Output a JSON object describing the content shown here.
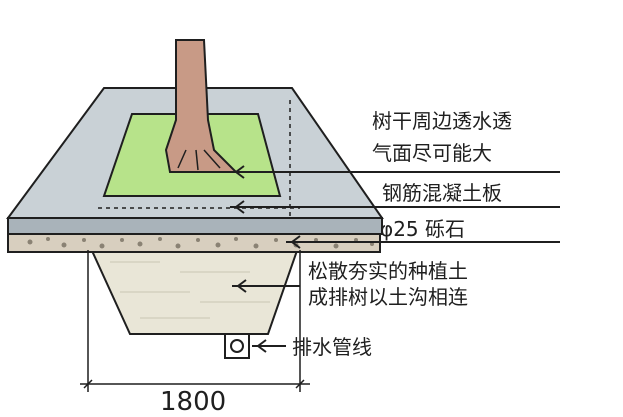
{
  "labels": {
    "surface_line1": "树干周边透水透",
    "surface_line2": "气面尽可能大",
    "slab": "钢筋混凝土板",
    "gravel": "φ25 砾石",
    "soil": "松散夯实的种植土",
    "connect": "成排树以土沟相连",
    "drain": "排水管线",
    "dimension": "1800"
  },
  "colors": {
    "slab_gray": "#c9d1d6",
    "slab_edge": "#a9b3ba",
    "grass": "#b7e38a",
    "trunk": "#c89a86",
    "soil": "#e9e6d7",
    "gravel": "#d8cfbf",
    "ink": "#1f1f1f"
  }
}
